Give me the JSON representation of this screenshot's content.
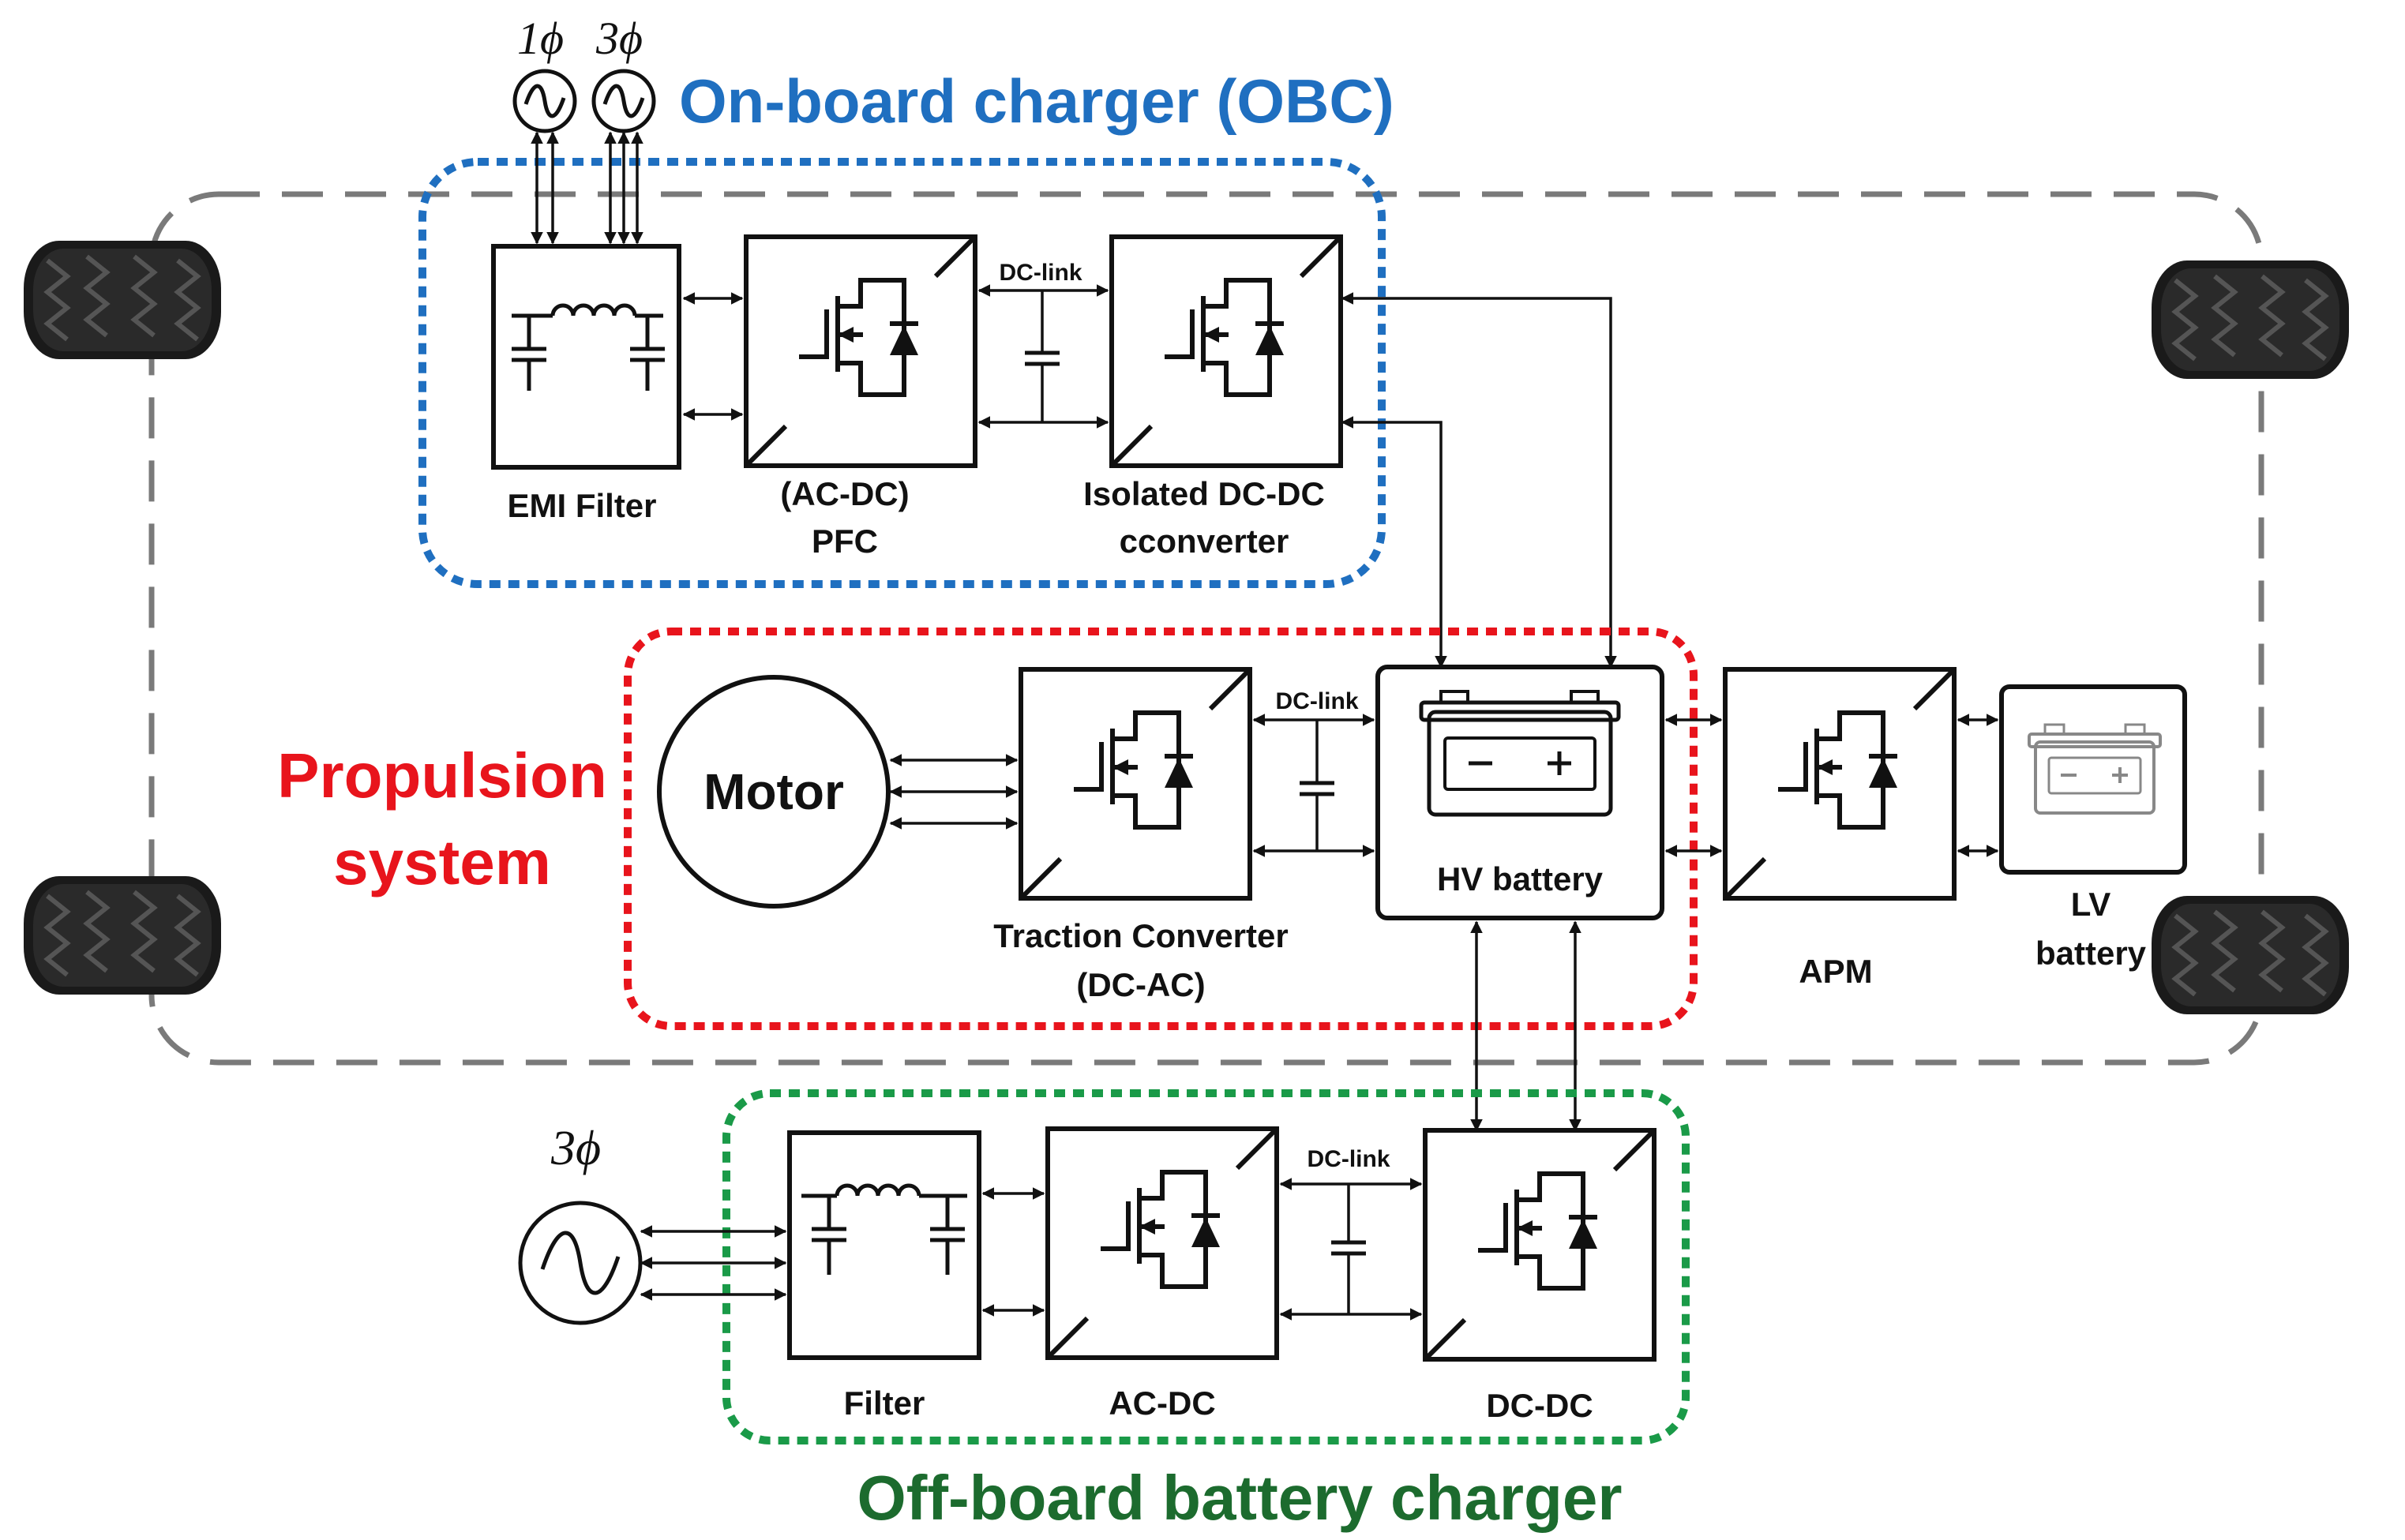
{
  "groups": {
    "obc_title": "On-board charger (OBC)",
    "propulsion_line1": "Propulsion",
    "propulsion_line2": "system",
    "offboard_title": "Off-board battery charger"
  },
  "sources": {
    "single_phase": "1ϕ",
    "three_phase": "3ϕ",
    "offboard_three_phase": "3ϕ"
  },
  "obc": {
    "emi_filter": "EMI Filter",
    "pfc_line1": "(AC-DC)",
    "pfc_line2": "PFC",
    "dclink": "DC-link",
    "isolated_line1": "Isolated DC-DC",
    "isolated_line2": "cconverter"
  },
  "propulsion": {
    "motor": "Motor",
    "traction_line1": "Traction Converter",
    "traction_line2": "(DC-AC)",
    "dclink": "DC-link",
    "hv_battery": "HV battery"
  },
  "aux": {
    "apm": "APM",
    "lv_line1": "LV",
    "lv_line2": "battery"
  },
  "offboard": {
    "filter": "Filter",
    "acdc": "AC-DC",
    "dclink": "DC-link",
    "dcdc": "DC-DC"
  },
  "colors": {
    "obc_border": "#1f6fc0",
    "propulsion_border": "#e8141c",
    "offboard_border": "#1a9a48",
    "offboard_title": "#1c6b2e",
    "chassis": "#7a7a7a"
  },
  "icons": [
    "ac-source-icon",
    "inductor-filter-icon",
    "mosfet-switch-icon",
    "capacitor-icon",
    "battery-icon",
    "tire-icon"
  ]
}
